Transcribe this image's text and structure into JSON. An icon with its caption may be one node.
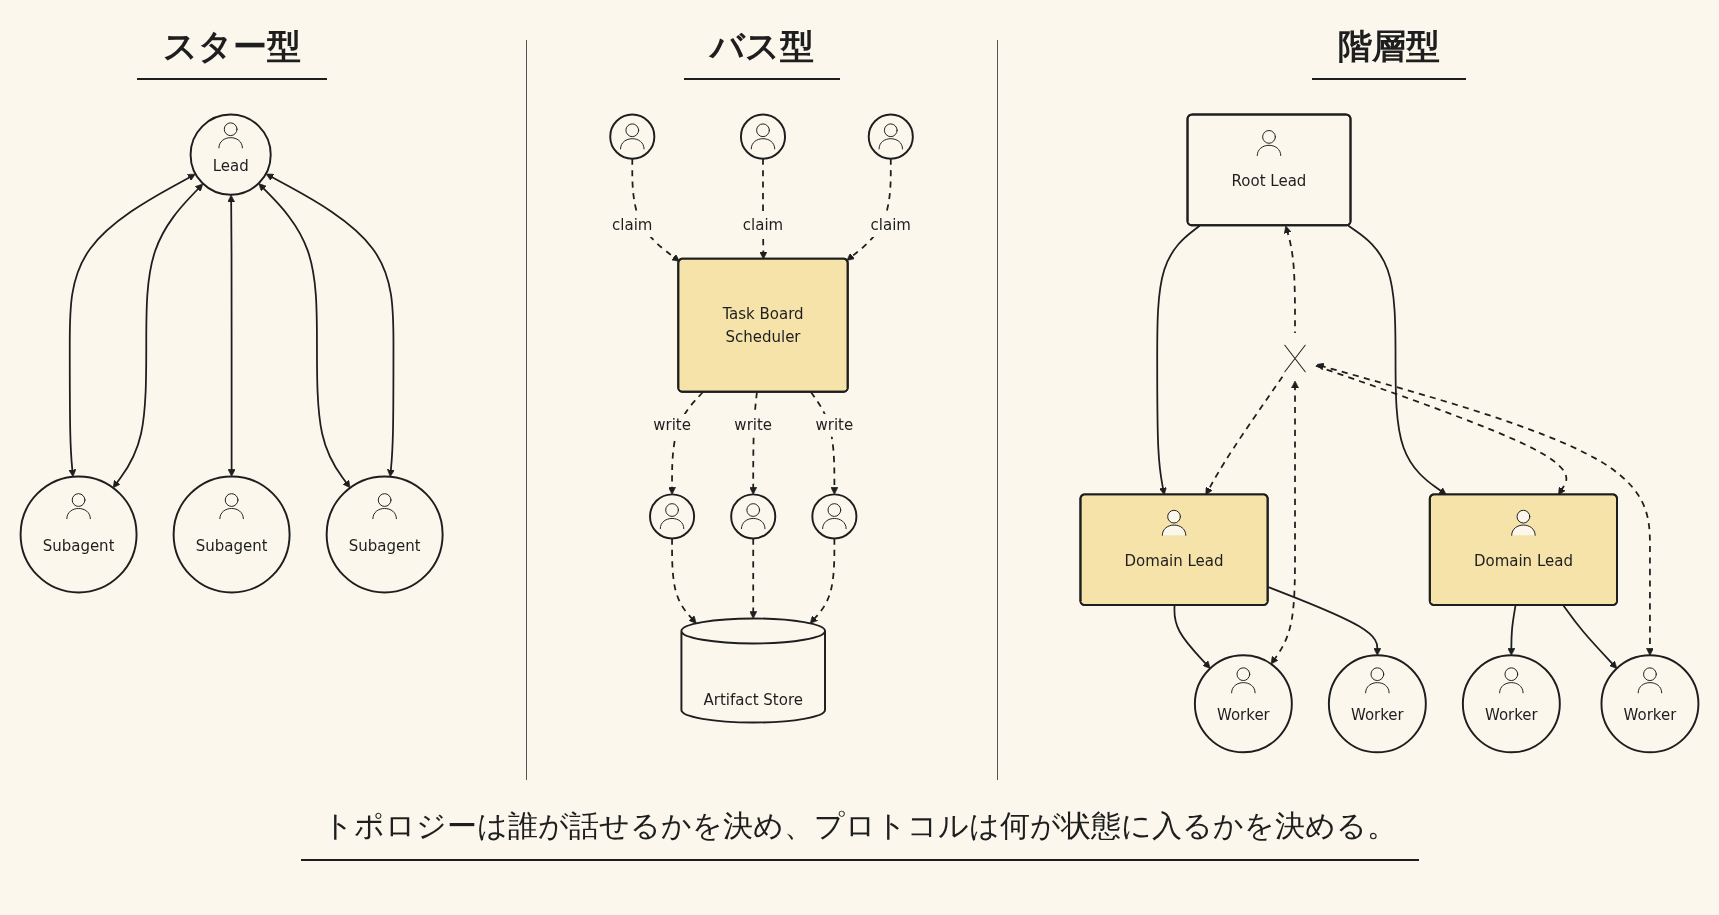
{
  "diagram": {
    "caption": "トポロジーは誰が話せるかを決め、プロトコルは何が状態に入るかを決める。",
    "nodes": [
      {
        "text": [
          "Lead"
        ]
      },
      {
        "text": [
          "Subagent"
        ]
      },
      {
        "text": [
          "Subagent"
        ]
      },
      {
        "text": [
          "Subagent"
        ]
      },
      {
        "text": [],
        "shape": "person"
      },
      {
        "text": [],
        "shape": "person"
      },
      {
        "text": [],
        "shape": "person"
      },
      {
        "text": [
          "Task Board",
          "Scheduler"
        ]
      },
      {
        "text": [],
        "shape": "person"
      },
      {
        "text": [],
        "shape": "person"
      },
      {
        "text": [],
        "shape": "person"
      },
      {
        "text": [
          "Artifact Store"
        ]
      },
      {
        "text": [
          "Root Lead"
        ]
      },
      {
        "text": [
          "Domain Lead"
        ]
      },
      {
        "text": [],
        "shape": "cross"
      },
      {
        "text": [
          "Domain Lead"
        ]
      },
      {
        "text": [
          "Worker"
        ]
      },
      {
        "text": [
          "Worker"
        ]
      },
      {
        "text": [
          "Worker"
        ]
      },
      {
        "text": [
          "Worker"
        ]
      }
    ],
    "edges": [
      {
        "from": 0,
        "to": 1,
        "arrow": "both"
      },
      {
        "from": 0,
        "to": 1,
        "arrow": "both"
      },
      {
        "from": 0,
        "to": 2,
        "arrow": "both"
      },
      {
        "from": 0,
        "to": 3,
        "arrow": "both"
      },
      {
        "from": 0,
        "to": 3,
        "arrow": "both"
      },
      {
        "from": 4,
        "to": 7,
        "arrow": "to",
        "label": "claim",
        "style": "dashed"
      },
      {
        "from": 5,
        "to": 7,
        "arrow": "to",
        "label": "claim",
        "style": "dashed"
      },
      {
        "from": 6,
        "to": 7,
        "arrow": "to",
        "label": "claim",
        "style": "dashed"
      },
      {
        "from": 7,
        "to": 8,
        "arrow": "to",
        "label": "write",
        "style": "dashed"
      },
      {
        "from": 7,
        "to": 9,
        "arrow": "to",
        "label": "write",
        "style": "dashed"
      },
      {
        "from": 7,
        "to": 10,
        "arrow": "to",
        "label": "write",
        "style": "dashed"
      },
      {
        "from": 8,
        "to": 11,
        "arrow": "to",
        "style": "dashed"
      },
      {
        "from": 9,
        "to": 11,
        "arrow": "to",
        "style": "dashed"
      },
      {
        "from": 10,
        "to": 11,
        "arrow": "to",
        "style": "dashed"
      },
      {
        "from": 12,
        "to": 13,
        "arrow": "to"
      },
      {
        "from": 12,
        "to": 15,
        "arrow": "to"
      },
      {
        "from": 13,
        "to": 16,
        "arrow": "to"
      },
      {
        "from": 13,
        "to": 17,
        "arrow": "to"
      },
      {
        "from": 15,
        "to": 18,
        "arrow": "to"
      },
      {
        "from": 15,
        "to": 19,
        "arrow": "to"
      },
      {
        "from": 14,
        "to": 12,
        "arrow": "to",
        "style": "dashed"
      },
      {
        "from": 14,
        "to": 13,
        "arrow": "to",
        "style": "dashed"
      },
      {
        "from": 14,
        "to": 15,
        "arrow": "to",
        "style": "dashed"
      },
      {
        "from": 14,
        "to": 16,
        "arrow": "both",
        "style": "dashed"
      },
      {
        "from": 14,
        "to": 19,
        "arrow": "both",
        "style": "dashed"
      }
    ],
    "labels": [
      "スター型",
      "バス型",
      "階層型"
    ]
  }
}
